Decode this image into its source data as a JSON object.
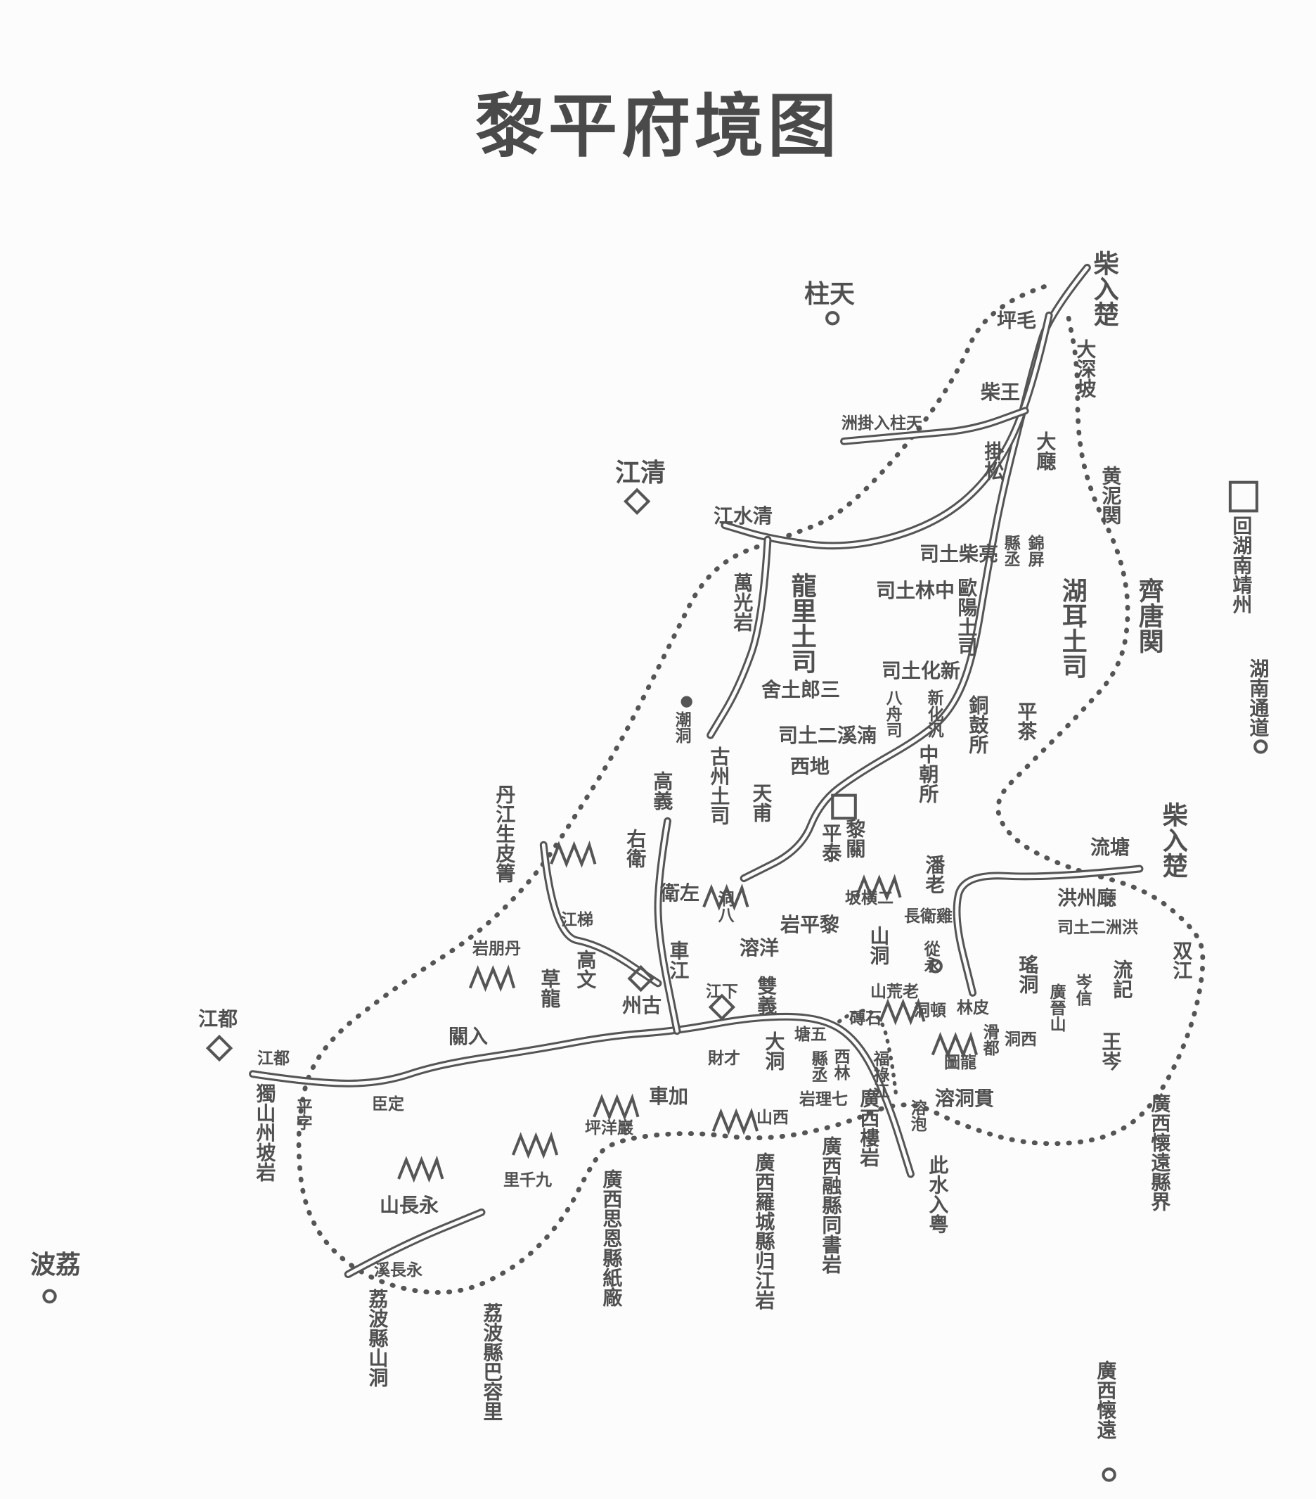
{
  "title": "黎平府境图",
  "colors": {
    "ink": "#555555",
    "paper": "#fcfcfc"
  },
  "symbols": {
    "city": "circle",
    "county": "diamond",
    "prefecture": "square",
    "mountain": "zigzag-peaks",
    "border": "dotted-line",
    "river": "double-line"
  },
  "labels": [
    "柱天",
    "坪毛",
    "柴入楚",
    "大深坡",
    "柴王",
    "洲掛入柱天",
    "掛松",
    "大廰",
    "黄泥関",
    "江清",
    "江水清",
    "司土柴亮",
    "錦屏",
    "縣丞",
    "司土林中",
    "歐陽土司",
    "湖耳土司",
    "齊唐関",
    "回湖南靖州",
    "湖南通道",
    "萬光岩",
    "龍里土司",
    "舍土郎三",
    "司土化新",
    "八舟司",
    "新化汎",
    "銅鼓所",
    "平茶",
    "潮洞",
    "司土二溪湳",
    "古州土司",
    "西地",
    "中朝所",
    "天甫",
    "丹江生皮箐",
    "高義",
    "右衛",
    "黎關",
    "平泰",
    "潘老",
    "流塘",
    "柴入楚",
    "衛左",
    "洞八",
    "坂横二",
    "長衛雞",
    "洪州廰",
    "司土二洲洪",
    "江梯",
    "岩平黎",
    "溶洋",
    "山洞",
    "從永",
    "岩朋丹",
    "高文",
    "車江",
    "双江",
    "瑤洞",
    "流記",
    "岑信",
    "草龍",
    "州古",
    "江下",
    "雙義",
    "山荒老",
    "洞頓",
    "林皮",
    "廣晉山",
    "江都",
    "關入",
    "大洞",
    "塘五",
    "磚石",
    "滑都",
    "洞西",
    "圖龍",
    "王岑",
    "江都",
    "財才",
    "縣丞",
    "西林",
    "福祿江",
    "獨山州坡岩",
    "平字",
    "臣定",
    "車加",
    "岩理七",
    "廣西樓岩",
    "溶洞貫",
    "溶泡",
    "坪洋巖",
    "山西",
    "廣西懐遠縣界",
    "此水入粤",
    "里千九",
    "山長永",
    "溪長永",
    "廣西思恩縣紙廠",
    "廣西羅城縣归江岩",
    "廣西融縣同書岩",
    "波荔",
    "荔波縣山洞",
    "荔波縣巴容里",
    "廣西懐遠"
  ]
}
